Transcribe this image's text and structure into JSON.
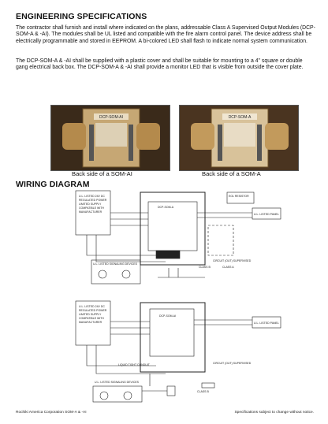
{
  "heading_specs": "ENGINEERING SPECIFICATIONS",
  "para1": "The contractor shall furnish and install where indicated  on the plans, addressable Class A Supervised Output Modules (DCP-SOM-A & -AI).  The modules shall be UL listed and compatible with the fire alarm control panel.  The device address shall be electrically programmable and stored in EEPROM.  A  bi-colored LED shall  flash to indicate normal system communication.",
  "para2": "The DCP-SOM-A & -AI  shall be supplied with a plastic cover and shall be suitable for mounting to a 4\" square or double gang electrical back box.  The DCP-SOM-A & -AI shall provide a monitor LED that is visible from outside the cover plate.",
  "photo_left": {
    "label": "DCP-SOM-AI",
    "caption": "Back side of a SOM-AI"
  },
  "photo_right": {
    "label": "DCP-SOM-A",
    "caption": "Back side of a SOM-A"
  },
  "heading_wiring": "WIRING DIAGRAM",
  "footer_left": "Rochiki America Corporation  SOM-A & -AI",
  "footer_right": "Specifications subject to change without notice."
}
